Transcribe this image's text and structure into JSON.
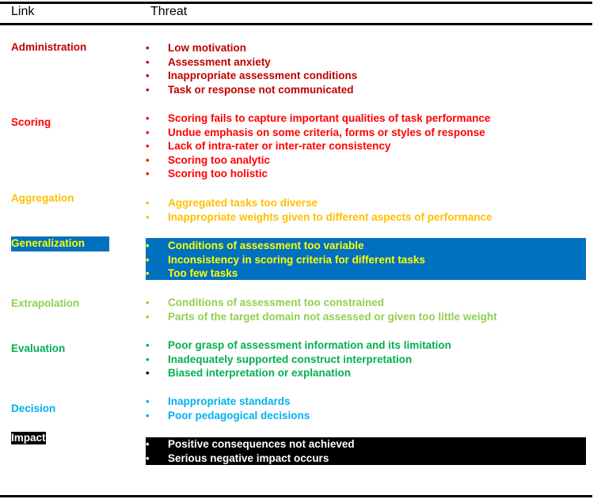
{
  "table": {
    "headers": {
      "link": "Link",
      "threat": "Threat"
    },
    "colors": {
      "administration": "#c00000",
      "scoring": "#ff0000",
      "aggregation": "#ffc000",
      "generalization_text": "#ffff00",
      "generalization_bg": "#0070c0",
      "extrapolation": "#92d050",
      "evaluation": "#00b050",
      "decision": "#00b0f0",
      "impact_text": "#ffffff",
      "impact_bg": "#000000"
    },
    "rows": [
      {
        "link": "Administration",
        "threats": [
          "Low motivation",
          "Assessment anxiety",
          "Inappropriate assessment conditions",
          "Task or response not communicated"
        ]
      },
      {
        "link": "Scoring",
        "threats": [
          "Scoring fails to capture important qualities of task performance",
          "Undue emphasis on some criteria, forms or styles of response",
          "Lack of intra-rater or inter-rater consistency",
          "Scoring too analytic",
          "Scoring too holistic"
        ]
      },
      {
        "link": "Aggregation",
        "threats": [
          "Aggregated tasks too diverse",
          "Inappropriate weights given to different aspects of performance"
        ]
      },
      {
        "link": "Generalization",
        "threats": [
          "Conditions of assessment too variable",
          "Inconsistency in scoring criteria for different tasks",
          "Too few tasks"
        ]
      },
      {
        "link": "Extrapolation",
        "threats": [
          "Conditions of assessment too constrained",
          "Parts of the target domain  not assessed or given too little weight"
        ]
      },
      {
        "link": "Evaluation",
        "threats": [
          "Poor grasp of assessment information and its limitation",
          "Inadequately supported construct interpretation",
          "Biased interpretation or explanation"
        ]
      },
      {
        "link": "Decision",
        "threats": [
          "Inappropriate standards",
          "Poor pedagogical decisions"
        ]
      },
      {
        "link": "Impact",
        "threats": [
          "Positive consequences not achieved",
          "Serious negative impact occurs"
        ]
      }
    ],
    "bullet": "•"
  }
}
